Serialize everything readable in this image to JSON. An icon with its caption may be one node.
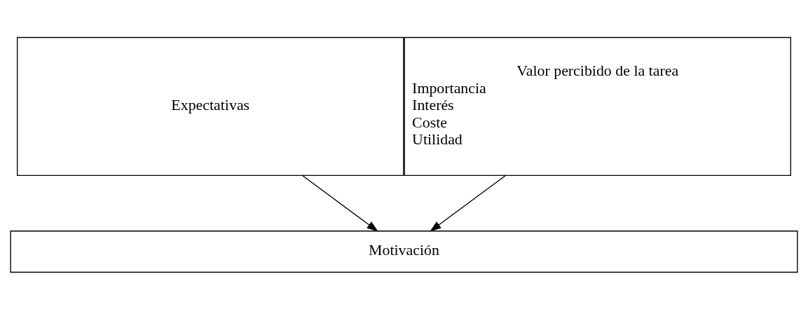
{
  "diagram": {
    "nodes": [
      {
        "text": [
          "Expectativas"
        ]
      },
      {
        "text": [
          "Valor percibido de la tarea",
          "Importancia",
          "Interés",
          "Coste",
          "Utilidad"
        ]
      },
      {
        "text": [
          "Motivación"
        ]
      }
    ],
    "edges": [
      {
        "from": 0,
        "to": 2,
        "arrow": "to"
      },
      {
        "from": 1,
        "to": 2,
        "arrow": "to"
      }
    ]
  }
}
